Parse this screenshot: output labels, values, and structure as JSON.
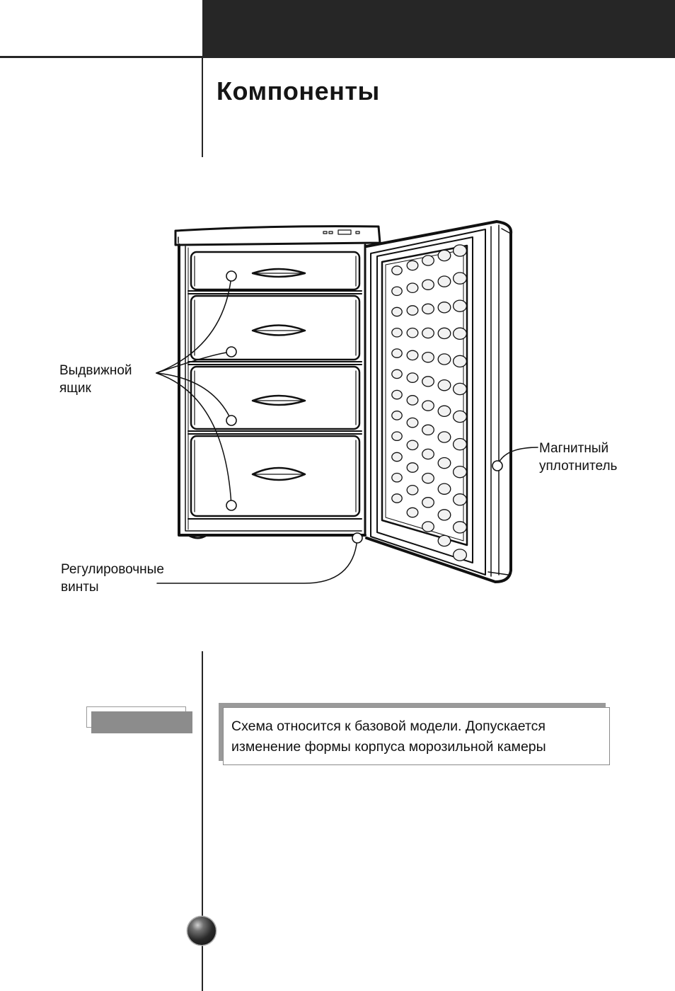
{
  "page": {
    "title": "Компоненты"
  },
  "diagram": {
    "labels": {
      "drawer": "Выдвижной ящик",
      "magnetic_seal": "Магнитный уплотнитель",
      "adjusting_screws": "Регулировочные винты"
    },
    "drawer_count": 4,
    "door_bin_rows": 12,
    "door_bin_columns": 5
  },
  "note": {
    "text": "Схема относится к базовой модели. Допускается изменение формы корпуса морозильной камеры"
  }
}
